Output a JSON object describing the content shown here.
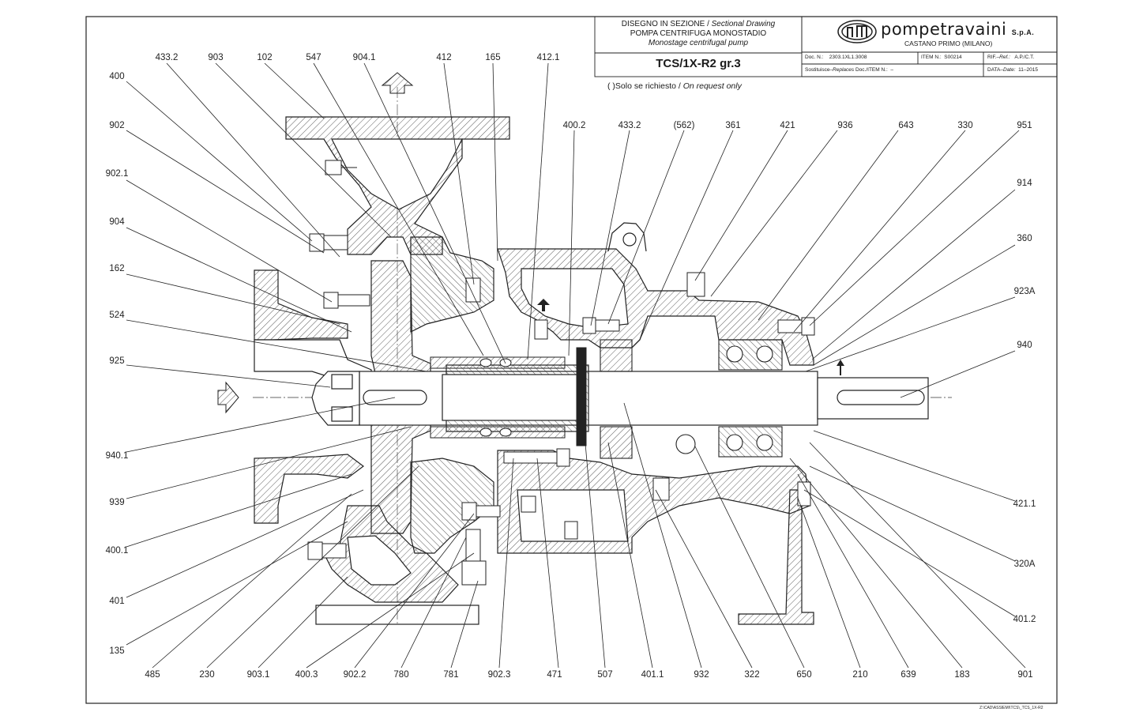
{
  "title_block": {
    "drawing_line1": "DISEGNO IN SEZIONE / ",
    "drawing_line1_en": "Sectional Drawing",
    "drawing_line2": "POMPA CENTRIFUGA MONOSTADIO",
    "drawing_line3_en": "Monostage centrifugal pump",
    "model": "TCS/1X-R2 gr.3",
    "request_note": "( )Solo se richiesto / ",
    "request_note_en": "On request only",
    "company": "pompetravaini",
    "company_suffix": "S.p.A.",
    "company_location": "CASTANO PRIMO  (MILANO)",
    "doc_label": "Doc. N.:",
    "doc_value": "2303.1XL1.3008",
    "item_label": "ITEM N.:",
    "item_value": "S00214",
    "ref_label": "RIF.–",
    "ref_label_en": "Ref.:",
    "ref_value": "A.P./C.T.",
    "replaces_label": "Sostituisce–",
    "replaces_label_en": "Replaces",
    "replaces_rest": "Doc./ITEM N.:",
    "replaces_value": "–",
    "date_label": "DATA–",
    "date_label_en": "Date:",
    "date_value": "11–2015",
    "file_path": "Z:\\CAD\\ASSIEMI\\TCS\\_TCS_1X-R2"
  },
  "labels": {
    "top": [
      "433.2",
      "903",
      "102",
      "547",
      "904.1",
      "412",
      "165",
      "412.1"
    ],
    "top_mid": [
      "400.2",
      "433.2",
      "(562)",
      "361",
      "421",
      "936",
      "643",
      "330",
      "951"
    ],
    "left": [
      "400",
      "902",
      "902.1",
      "904",
      "162",
      "524",
      "925",
      "940.1",
      "939",
      "400.1",
      "401",
      "135"
    ],
    "right": [
      "914",
      "360",
      "923A",
      "940",
      "421.1",
      "320A",
      "401.2"
    ],
    "bottom": [
      "485",
      "230",
      "903.1",
      "400.3",
      "902.2",
      "780",
      "781",
      "902.3",
      "471",
      "507",
      "401.1",
      "932",
      "322",
      "650",
      "210",
      "639",
      "183",
      "901"
    ]
  },
  "icons": [
    "outlet-flow-arrow-icon",
    "inlet-flow-arrow-icon",
    "company-logo-icon"
  ]
}
